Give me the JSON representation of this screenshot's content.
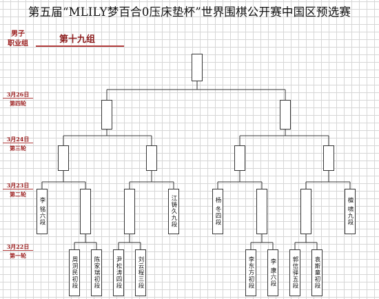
{
  "title": "第五届“MLILY梦百合0压床垫杯”世界围棋公开赛中国区预选赛",
  "category": {
    "line1": "男子",
    "line2": "职业组"
  },
  "group": "第十九组",
  "rounds": [
    {
      "date": "3月26日",
      "label": "第四轮"
    },
    {
      "date": "3月24日",
      "label": "第三轮"
    },
    {
      "date": "3月23日",
      "label": "第二轮"
    },
    {
      "date": "3月22日",
      "label": "第一轮"
    }
  ],
  "players": {
    "r2": [
      "李  铭六段",
      "江铸久九段",
      "杨  冬四段",
      "檀  啸九段"
    ],
    "r1": [
      "周泂民初段",
      "陈家瑞初段",
      "尹松涛四段",
      "刘云程三段",
      "李东方初段",
      "李  康六段",
      "郭信驿五段",
      "袁斯童初段"
    ]
  }
}
